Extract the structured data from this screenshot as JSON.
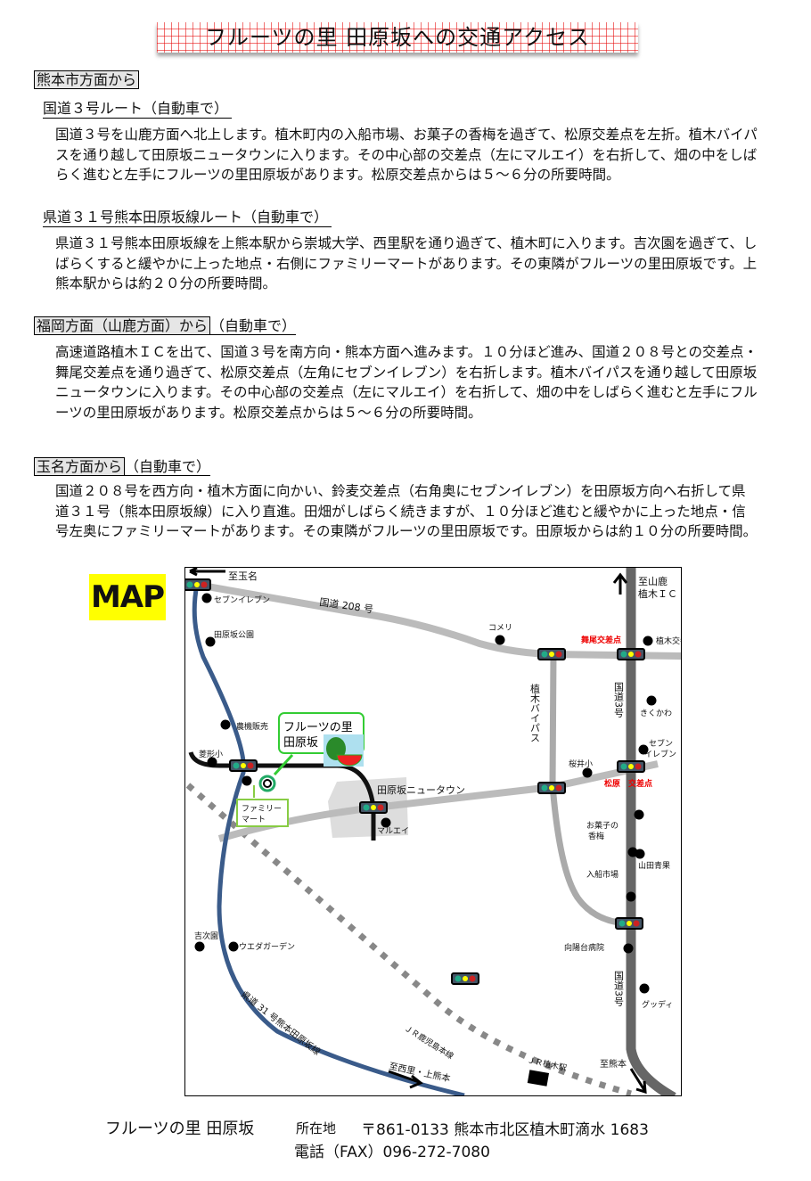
{
  "title": "フルーツの里 田原坂への交通アクセス",
  "sections": [
    {
      "heading": "熊本市方面から",
      "routes": [
        {
          "label": "国道３号ルート（自動車で）",
          "text": "国道３号を山鹿方面へ北上します。植木町内の入船市場、お菓子の香梅を過ぎて、松原交差点を左折。植木バイパスを通り越して田原坂ニュータウンに入ります。その中心部の交差点（左にマルエイ）を右折して、畑の中をしばらく進むと左手にフルーツの里田原坂があります。松原交差点からは５～６分の所要時間。"
        },
        {
          "label": "県道３１号熊本田原坂線ルート（自動車で）",
          "text": "県道３１号熊本田原坂線を上熊本駅から崇城大学、西里駅を通り過ぎて、植木町に入ります。吉次園を過ぎて、しばらくすると緩やかに上った地点・右側にファミリーマートがあります。その東隣がフルーツの里田原坂です。上熊本駅からは約２０分の所要時間。"
        }
      ]
    },
    {
      "heading": "福岡方面（山鹿方面）から",
      "suffix": "（自動車で）",
      "text": "高速道路植木ＩＣを出て、国道３号を南方向・熊本方面へ進みます。１０分ほど進み、国道２０８号との交差点・舞尾交差点を通り過ぎて、松原交差点（左角にセブンイレブン）を右折します。植木バイパスを通り越して田原坂ニュータウンに入ります。その中心部の交差点（左にマルエイ）を右折して、畑の中をしばらく進むと左手にフルーツの里田原坂があります。松原交差点からは５～６分の所要時間。"
    },
    {
      "heading": "玉名方面から",
      "suffix": "（自動車で）",
      "text": "国道２０８号を西方向・植木方面に向かい、鈴麦交差点（右角奥にセブンイレブン）を田原坂方向へ右折して県道３１号（熊本田原坂線）に入り直進。田畑がしばらく続きますが、１０分ほど進むと緩やかに上った地点・信号左奥にファミリーマートがあります。その東隣がフルーツの里田原坂です。田原坂からは約１０分の所要時間。"
    }
  ],
  "map": {
    "badge": "MAP",
    "labels": {
      "to_tamana": "至玉名",
      "to_yamaga": "至山鹿",
      "ueki_ic": "植木ＩＣ",
      "route208": "国道 208 号",
      "seven_top": "セブンイレブン",
      "park": "田原坂公園",
      "komeri": "コメリ",
      "maio": "舞尾交差点",
      "ueki_kosha": "植木交番",
      "noki": "農機販売",
      "hishigata": "菱形小",
      "fruits1": "フルーツの里",
      "fruits2": "田原坂",
      "famima1": "ファミリー",
      "famima2": "マート",
      "newtown": "田原坂ニュータウン",
      "maruei": "マルエイ",
      "bypass": "植木バイパス",
      "route3": "国道3号",
      "kikukawa": "きくかわ",
      "seven_r1": "セブン",
      "seven_r2": "イレブン",
      "sakurai": "桜井小",
      "matsubara": "松原　交差点",
      "kobai1": "お菓子の",
      "kobai2": "香梅",
      "yamada": "山田青果",
      "irifune": "入船市場",
      "koyodai": "向陽台病院",
      "guddy": "グッディ",
      "yoshitsugu": "吉次園",
      "ueda": "ウエダガーデン",
      "pref31": "県道 31 号熊本田原坂線",
      "jr_line": "ＪＲ鹿児島本線",
      "jr_station": "ＪＲ植木駅",
      "to_nishi": "至西里・上熊本",
      "to_kumamoto": "至熊本"
    }
  },
  "footer": {
    "name": "フルーツの里 田原坂",
    "address_label": "所在地",
    "address": "〒861-0133 熊本市北区植木町滴水 1683",
    "phone": "電話（FAX）096-272-7080"
  }
}
